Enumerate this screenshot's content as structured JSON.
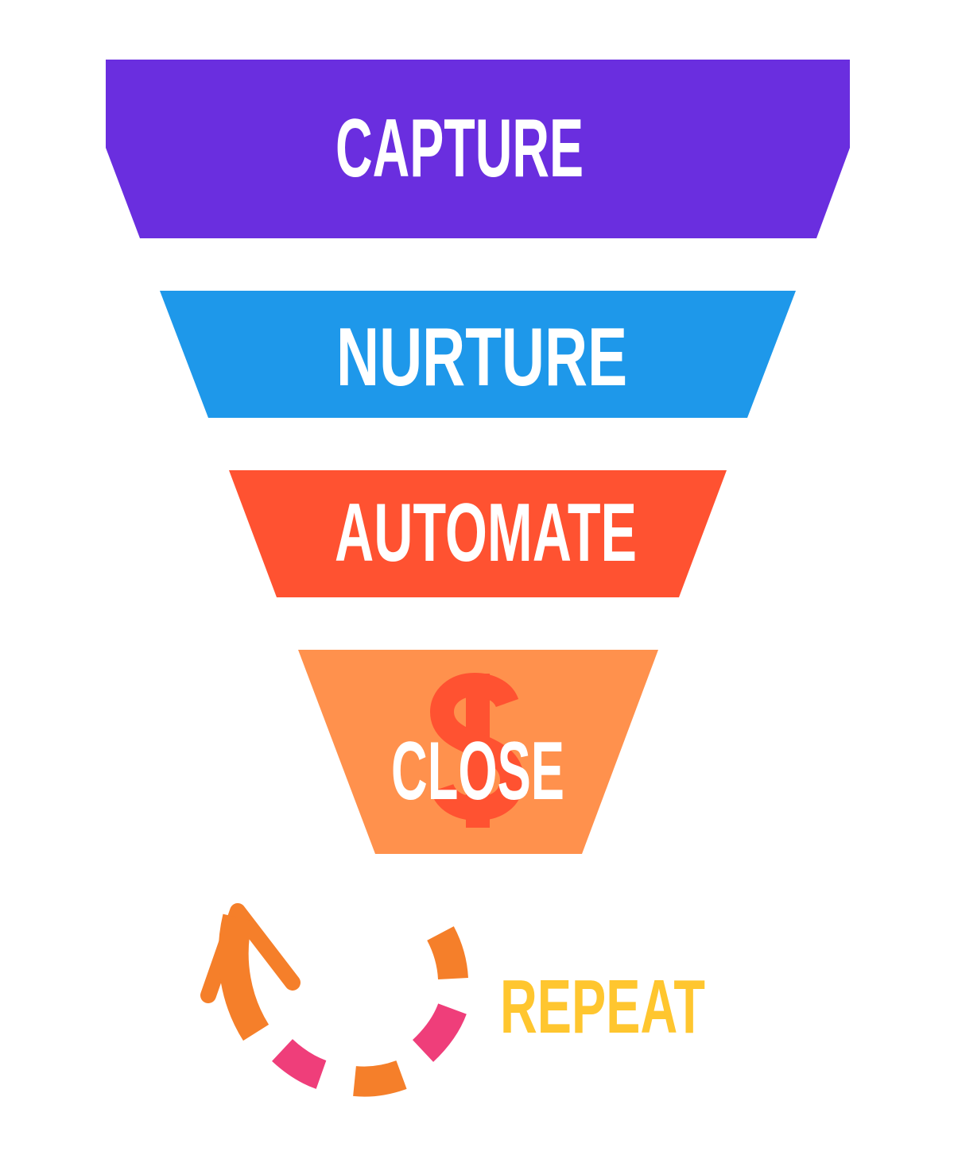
{
  "funnel": {
    "stages": [
      {
        "label": "CAPTURE",
        "color": "#6A2EDF"
      },
      {
        "label": "NURTURE",
        "color": "#1E98EA"
      },
      {
        "label": "AUTOMATE",
        "color": "#FF5231"
      },
      {
        "label": "CLOSE",
        "color": "#FF914D",
        "icon": "dollar-icon",
        "icon_color": "#FF5231"
      }
    ]
  },
  "repeat": {
    "label": "REPEAT",
    "label_color": "#FFC62F",
    "icon": "cycle-arrow-icon",
    "colors": {
      "orange": "#F57F2A",
      "pink": "#EF3E7A"
    }
  }
}
